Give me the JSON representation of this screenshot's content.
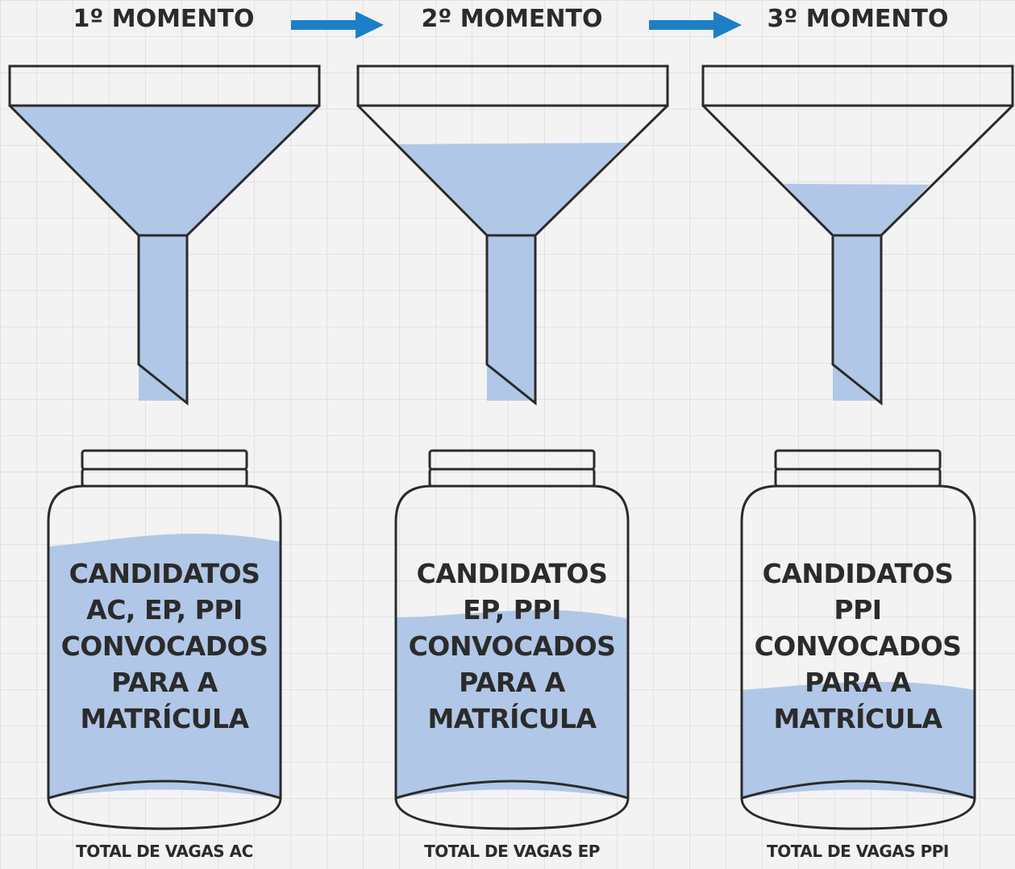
{
  "colors": {
    "liquid": "#b1c7e7",
    "outline": "#2b2b2b",
    "arrow": "#1c7fc6",
    "background": "#f3f3f3"
  },
  "stages": [
    {
      "heading": "1º MOMENTO",
      "jar_lines": [
        "CANDIDATOS",
        "AC, EP, PPI",
        "CONVOCADOS",
        "PARA A",
        "MATRÍCULA"
      ],
      "total": "TOTAL DE VAGAS AC"
    },
    {
      "heading": "2º MOMENTO",
      "jar_lines": [
        "CANDIDATOS",
        "EP, PPI",
        "CONVOCADOS",
        "PARA A",
        "MATRÍCULA"
      ],
      "total": "TOTAL DE VAGAS EP"
    },
    {
      "heading": "3º MOMENTO",
      "jar_lines": [
        "CANDIDATOS",
        "PPI",
        "CONVOCADOS",
        "PARA A",
        "MATRÍCULA"
      ],
      "total": "TOTAL DE VAGAS PPI"
    }
  ],
  "arrows": [
    "right-arrow-icon",
    "right-arrow-icon"
  ]
}
